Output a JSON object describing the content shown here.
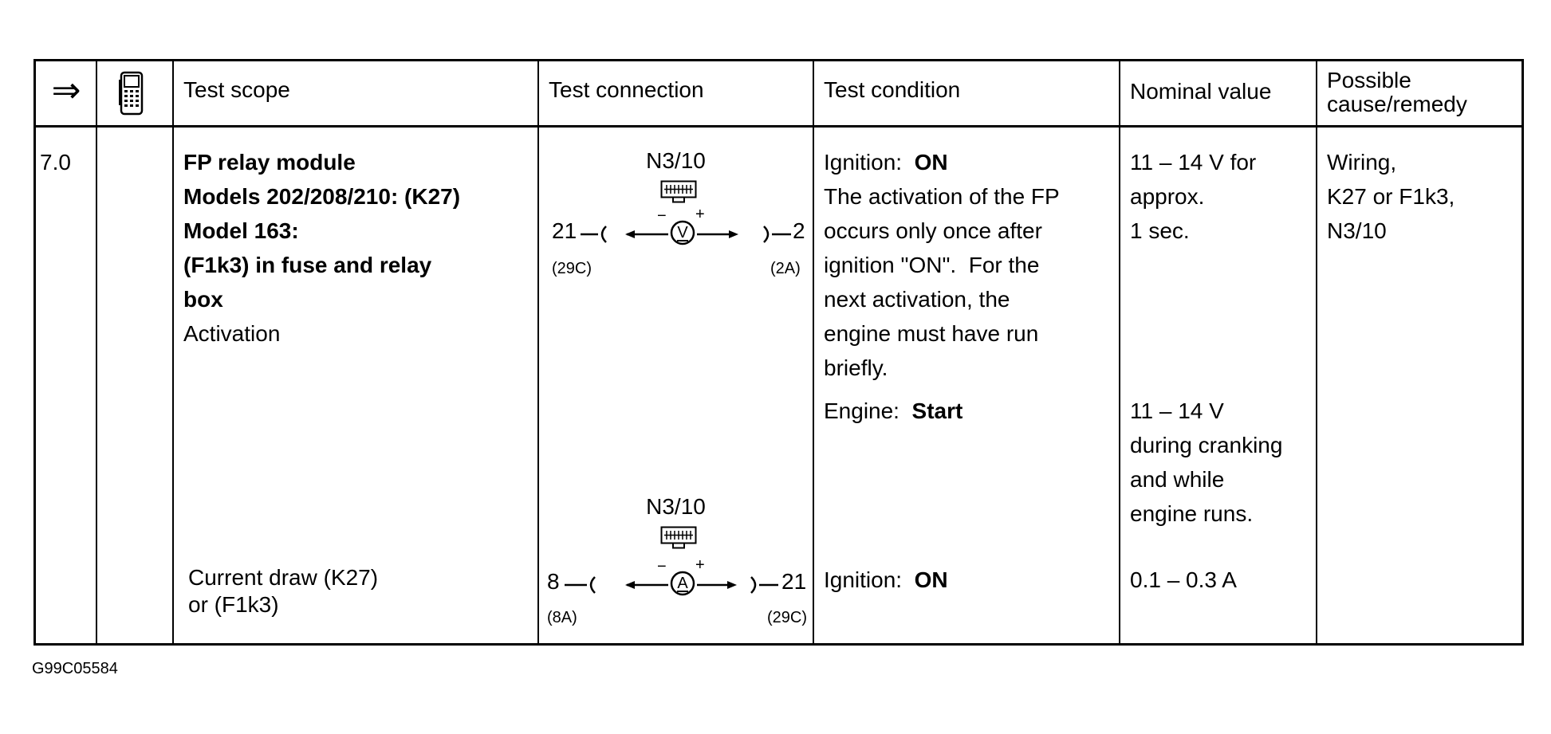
{
  "header": {
    "arrow_symbol": "⇒",
    "tester_icon": "handheld-tester-icon",
    "col_scope": "Test scope",
    "col_connection": "Test connection",
    "col_condition": "Test condition",
    "col_nominal": "Nominal value",
    "col_cause_1": "Possible",
    "col_cause_2": "cause/remedy"
  },
  "step": {
    "number": "7.0",
    "scope_lines": [
      "FP relay module",
      "Models 202/208/210: (K27)",
      "Model 163:",
      "(F1k3) in fuse and relay",
      "box"
    ],
    "scope_sub": "Activation",
    "scope_current_1": "Current draw (K27)",
    "scope_current_2": "or (F1k3)"
  },
  "connection_1": {
    "module": "N3/10",
    "left_pin": "21",
    "right_pin": "2",
    "left_sub": "(29C)",
    "right_sub": "(2A)",
    "meter": "V",
    "minus": "−",
    "plus": "+"
  },
  "connection_2": {
    "module": "N3/10",
    "left_pin": "8",
    "right_pin": "21",
    "left_sub": "(8A)",
    "right_sub": "(29C)",
    "meter": "A",
    "minus": "−",
    "plus": "+"
  },
  "conditions": {
    "c1_label": "Ignition:",
    "c1_value": "ON",
    "c1_note": [
      "The activation of the FP",
      "occurs only once after",
      "ignition \"ON\".  For the",
      "next activation, the",
      "engine must have run",
      "briefly."
    ],
    "c2_label": "Engine:",
    "c2_value": "Start",
    "c3_label": "Ignition:",
    "c3_value": "ON"
  },
  "nominal": {
    "n1": [
      "11 – 14 V for",
      "approx.",
      "1 sec."
    ],
    "n2": [
      "11 – 14 V",
      "during cranking",
      "and while",
      "engine runs."
    ],
    "n3": "0.1 – 0.3 A"
  },
  "remedy": [
    "Wiring,",
    "K27 or F1k3,",
    "N3/10"
  ],
  "figure_id": "G99C05584"
}
